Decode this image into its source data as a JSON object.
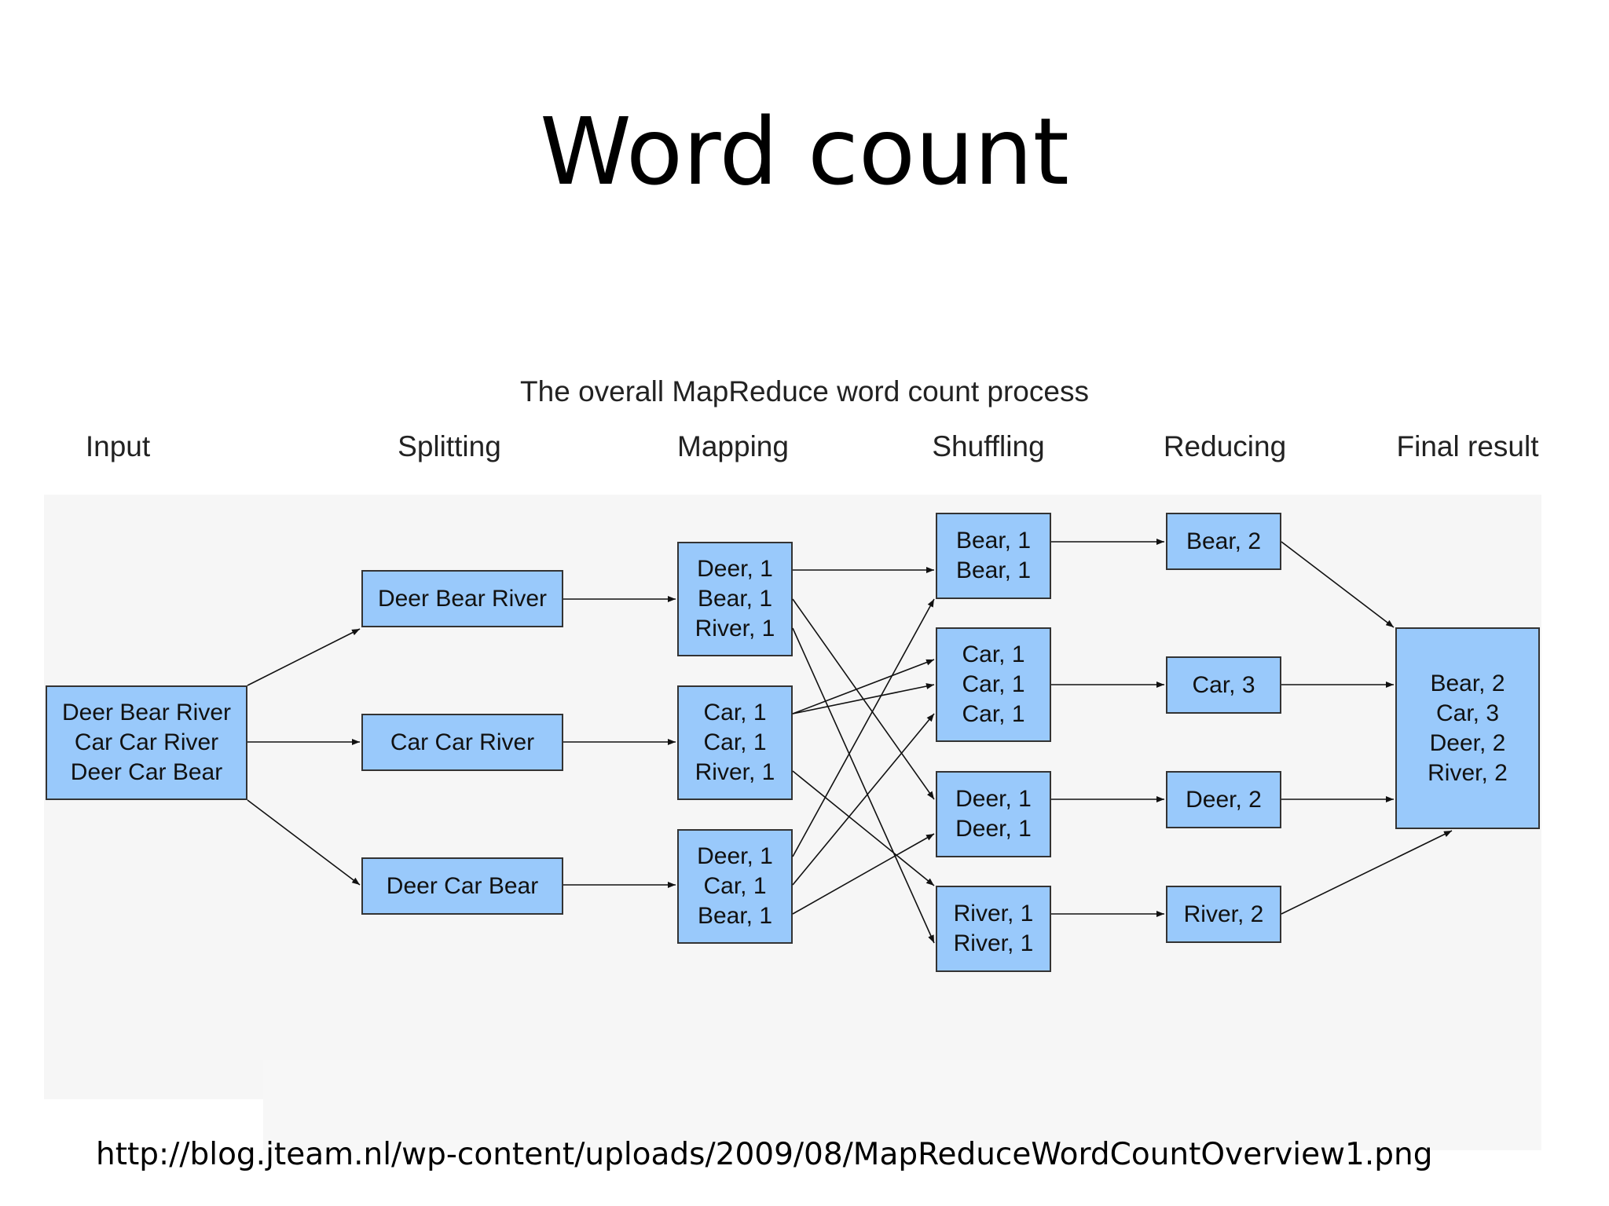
{
  "slide": {
    "title": "Word count",
    "source_url": "http://blog.jteam.nl/wp-content/uploads/2009/08/MapReduceWordCountOverview1.png"
  },
  "diagram": {
    "title": "The overall MapReduce word count process",
    "box_color": "#99c9fb",
    "stages": {
      "input": "Input",
      "splitting": "Splitting",
      "mapping": "Mapping",
      "shuffling": "Shuffling",
      "reducing": "Reducing",
      "final": "Final result"
    },
    "input": {
      "lines": [
        "Deer Bear River",
        "Car Car River",
        "Deer Car Bear"
      ]
    },
    "splits": [
      {
        "lines": [
          "Deer Bear River"
        ]
      },
      {
        "lines": [
          "Car Car River"
        ]
      },
      {
        "lines": [
          "Deer Car Bear"
        ]
      }
    ],
    "maps": [
      {
        "lines": [
          "Deer, 1",
          "Bear, 1",
          "River, 1"
        ]
      },
      {
        "lines": [
          "Car, 1",
          "Car, 1",
          "River, 1"
        ]
      },
      {
        "lines": [
          "Deer, 1",
          "Car, 1",
          "Bear, 1"
        ]
      }
    ],
    "shuffles": [
      {
        "lines": [
          "Bear, 1",
          "Bear, 1"
        ]
      },
      {
        "lines": [
          "Car, 1",
          "Car, 1",
          "Car, 1"
        ]
      },
      {
        "lines": [
          "Deer, 1",
          "Deer, 1"
        ]
      },
      {
        "lines": [
          "River, 1",
          "River, 1"
        ]
      }
    ],
    "reduces": [
      {
        "lines": [
          "Bear, 2"
        ]
      },
      {
        "lines": [
          "Car, 3"
        ]
      },
      {
        "lines": [
          "Deer, 2"
        ]
      },
      {
        "lines": [
          "River, 2"
        ]
      }
    ],
    "final": {
      "lines": [
        "Bear, 2",
        "Car, 3",
        "Deer, 2",
        "River, 2"
      ]
    }
  }
}
